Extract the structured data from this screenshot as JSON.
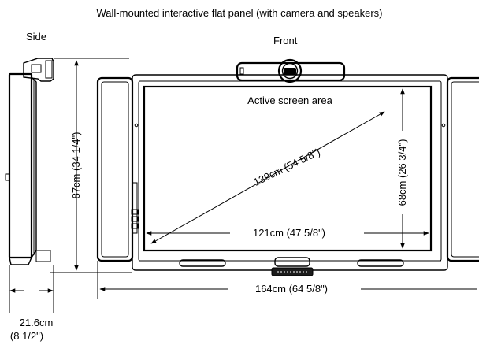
{
  "title": "Wall-mounted interactive flat panel (with camera and speakers)",
  "side_label": "Side",
  "front_label": "Front",
  "active_area_label": "Active screen area",
  "dimensions": {
    "diagonal": "139cm (54 5/8\")",
    "screen_width": "121cm (47 5/8\")",
    "screen_height": "68cm (26 3/4\")",
    "total_height": "87cm (34 1/4\")",
    "total_width": "164cm (64 5/8\")",
    "depth_line1": "21.6cm",
    "depth_line2": "(8 1/2\")"
  }
}
